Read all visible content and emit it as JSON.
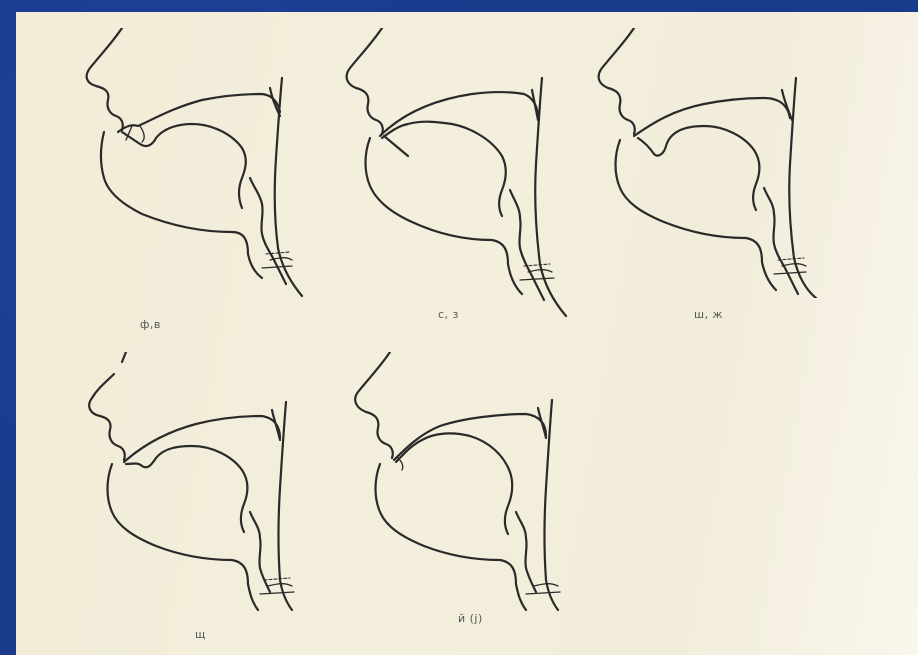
{
  "figures": [
    {
      "caption": "ф,в"
    },
    {
      "caption": "с, з"
    },
    {
      "caption": "ш, ж"
    },
    {
      "caption": "щ"
    },
    {
      "caption": "й (j)"
    }
  ]
}
